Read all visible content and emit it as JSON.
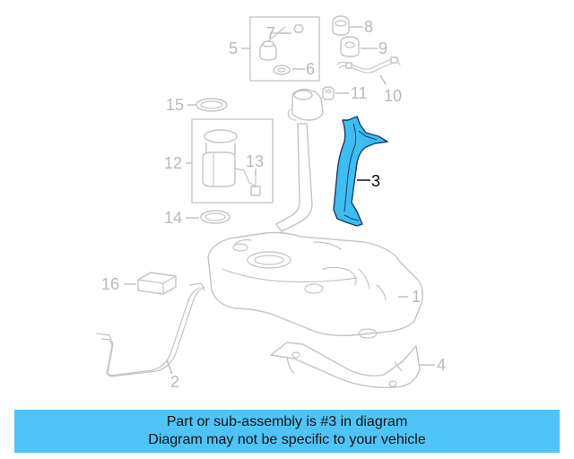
{
  "diagram": {
    "callouts": {
      "c1": "1",
      "c2": "2",
      "c3": "3",
      "c4": "4",
      "c5": "5",
      "c6": "6",
      "c7": "7",
      "c8": "8",
      "c9": "9",
      "c10": "10",
      "c11": "11",
      "c12": "12",
      "c13": "13",
      "c14": "14",
      "c15": "15",
      "c16": "16"
    },
    "highlighted_part": "3",
    "highlight_color": "#3dbdf0",
    "line_color": "#c4c4c4"
  },
  "banner": {
    "line1": "Part or sub-assembly is #3 in diagram",
    "line2": "Diagram may not be specific to your vehicle",
    "background": "#4ec4f7"
  }
}
